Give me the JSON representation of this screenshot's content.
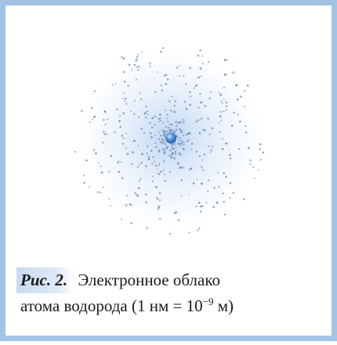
{
  "figure": {
    "label": "Рис. 2.",
    "caption_line1": "Электронное облако",
    "caption_line2_before": "атома водорода (1 нм = 10",
    "caption_exponent": "−9",
    "caption_line2_after": " м)"
  },
  "colors": {
    "frame": "#a4c2e3",
    "cloud_glow": "#c9dcf3",
    "dot": "#6f8fb5",
    "nucleus": "#3f7fd0",
    "label_highlight": "#c7dbf1"
  },
  "illustration": {
    "nucleus_icon": "nucleus-sphere-icon",
    "cloud_icon": "electron-cloud-icon"
  }
}
